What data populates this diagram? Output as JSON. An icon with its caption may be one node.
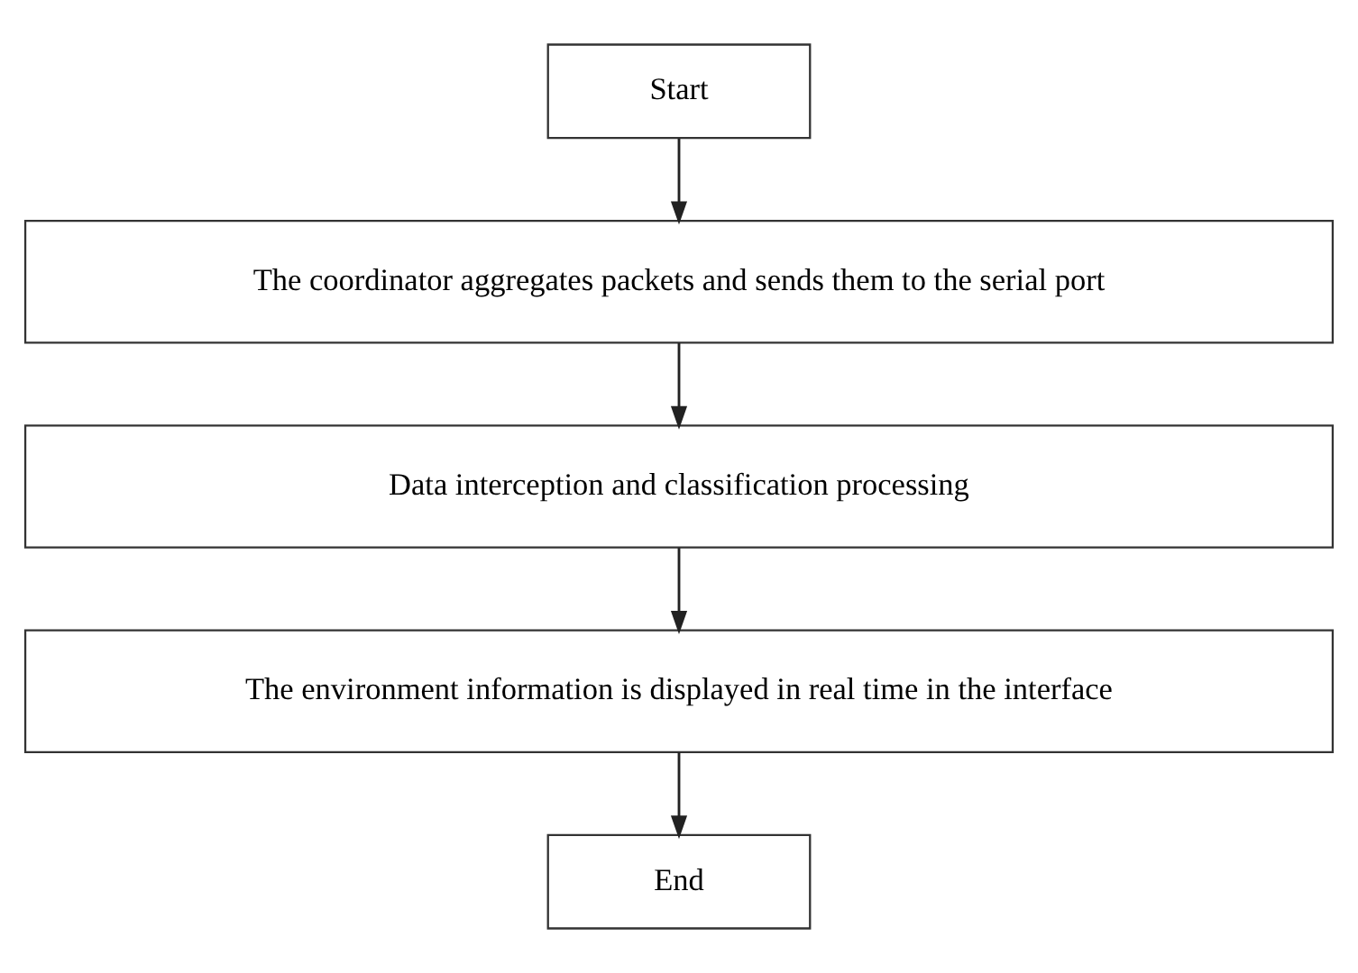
{
  "diagram": {
    "nodes": [
      {
        "text": [
          "Start"
        ]
      },
      {
        "text": [
          "The coordinator aggregates packets and sends them to the serial port"
        ]
      },
      {
        "text": [
          "Data interception and classification processing"
        ]
      },
      {
        "text": [
          "The environment information is displayed in real time in the interface"
        ]
      },
      {
        "text": [
          "End"
        ]
      }
    ],
    "edges": [
      {
        "from": 0,
        "to": 1,
        "arrow": "to"
      },
      {
        "from": 1,
        "to": 2,
        "arrow": "to"
      },
      {
        "from": 2,
        "to": 3,
        "arrow": "to"
      },
      {
        "from": 3,
        "to": 4,
        "arrow": "to"
      }
    ]
  }
}
